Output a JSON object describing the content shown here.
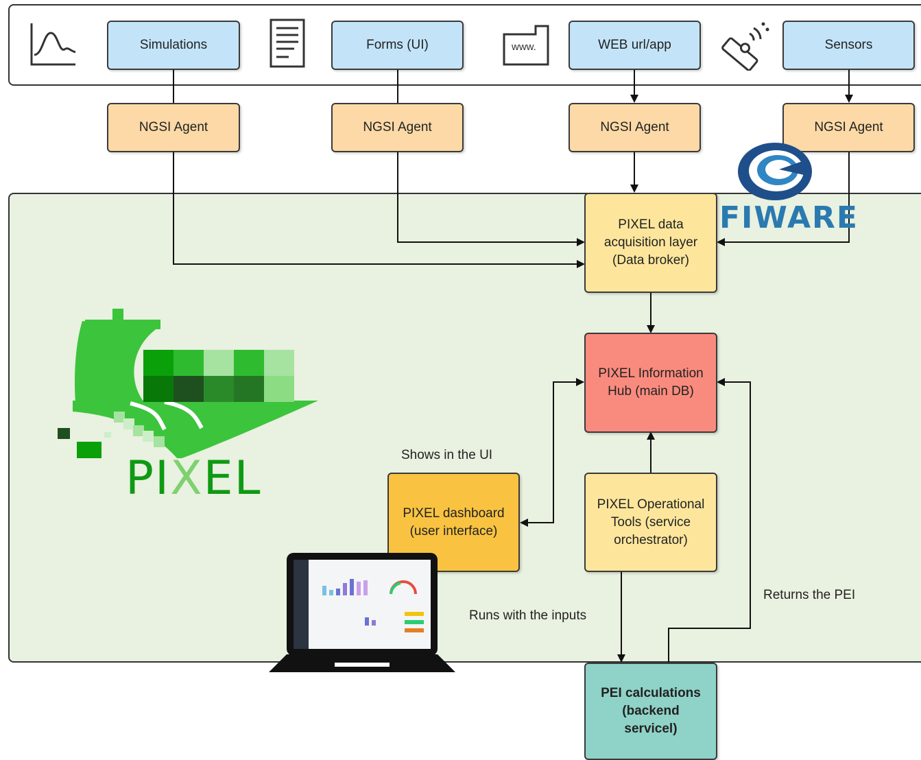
{
  "sources": [
    {
      "label": "Simulations",
      "icon": "chart-line-icon"
    },
    {
      "label": "Forms (UI)",
      "icon": "document-icon"
    },
    {
      "label": "WEB url/app",
      "icon": "browser-icon",
      "icon_text": "www."
    },
    {
      "label": "Sensors",
      "icon": "sensor-icon"
    }
  ],
  "agents": [
    "NGSI Agent",
    "NGSI Agent",
    "NGSI Agent",
    "NGSI Agent"
  ],
  "data_layer": "PIXEL data\nacquisition layer\n(Data broker)",
  "info_hub": "PIXEL Information\nHub (main DB)",
  "dashboard": "PIXEL dashboard\n(user interface)",
  "operational_tools": "PIXEL Operational\nTools (service\norchestrator)",
  "pei_calc": "PEI calculations\n(backend\nservicel)",
  "edge_labels": {
    "shows_ui": "Shows in the UI",
    "runs_inputs": "Runs with the inputs",
    "returns_pei": "Returns the PEI"
  },
  "logos": {
    "pixel": "PIXEL",
    "fiware": "FIWARE"
  },
  "colors": {
    "source": "#c3e4f8",
    "agent": "#fcd9a6",
    "data_layer": "#fde69c",
    "info_hub": "#f98b7e",
    "dashboard": "#f9c341",
    "pei": "#8fd2c8",
    "main_panel": "#e9f1e0",
    "pixel_green": "#0e9a14",
    "fiware_blue": "#2a7ab0"
  }
}
